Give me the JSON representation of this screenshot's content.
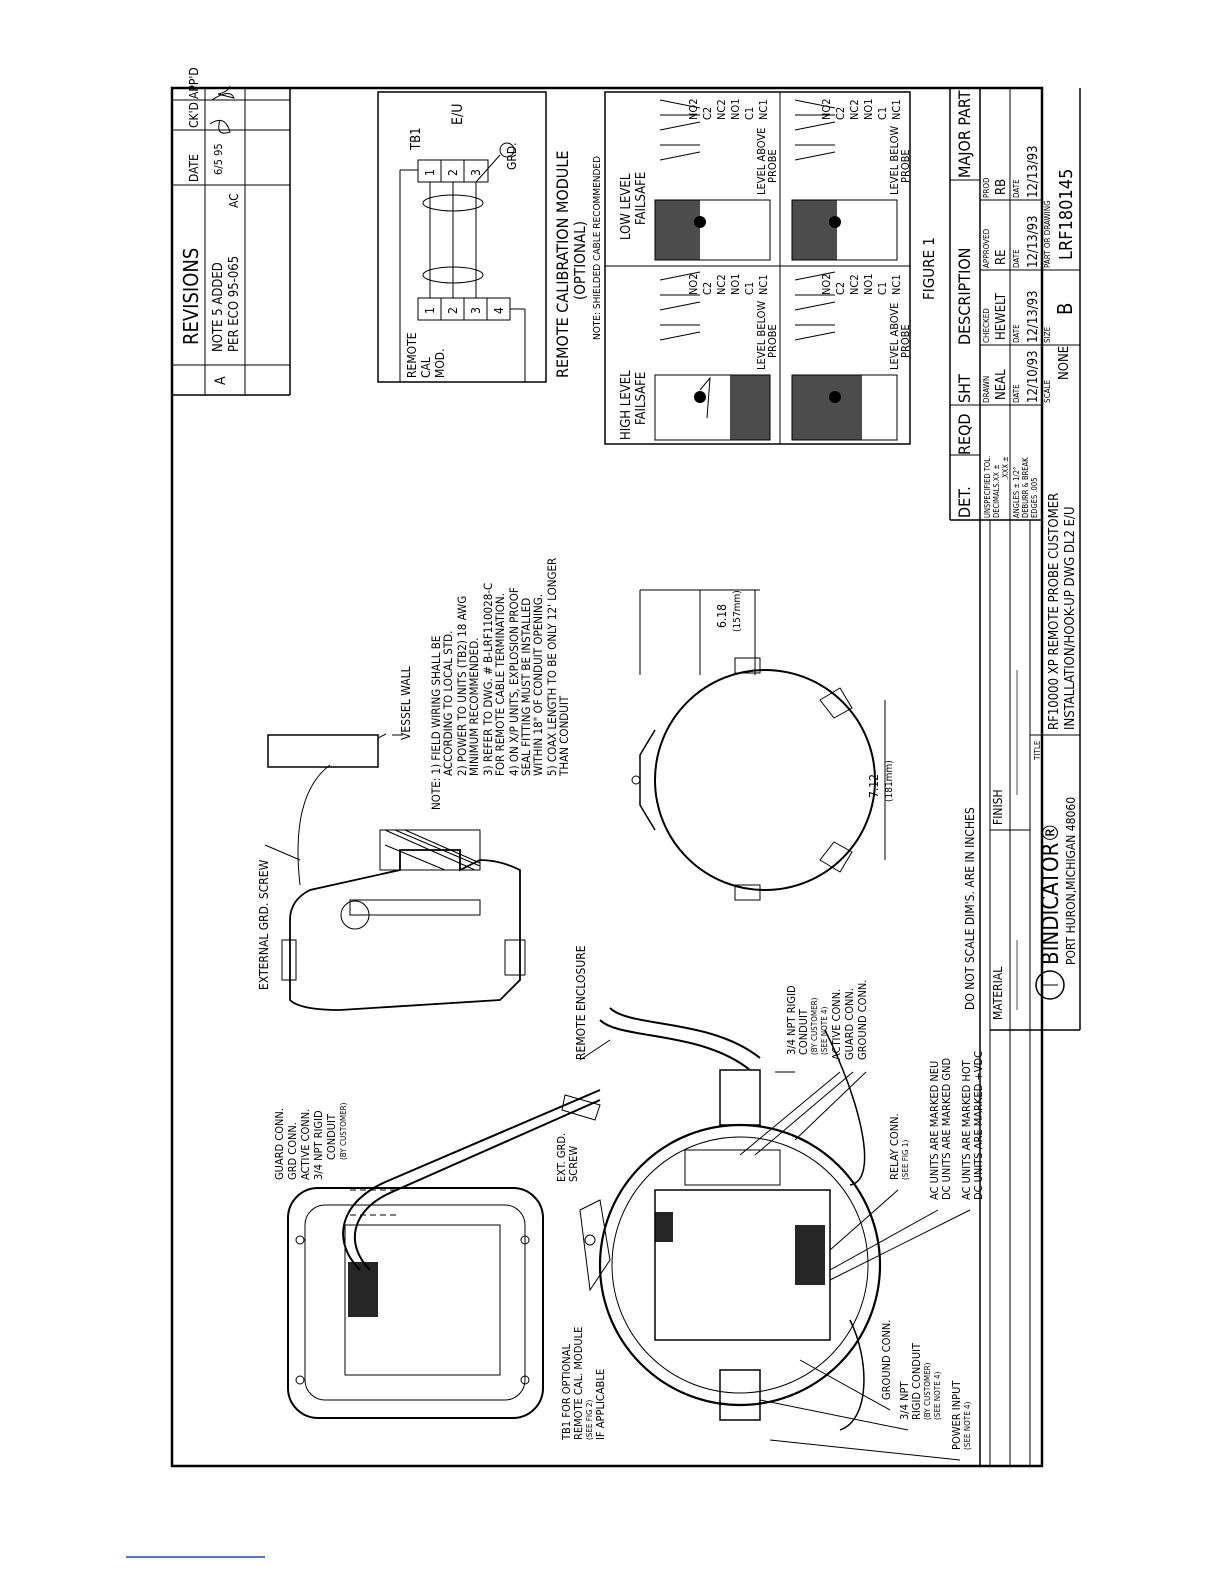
{
  "revisions": {
    "header": "REVISIONS",
    "col_date": "DATE",
    "col_ckd": "CK'D",
    "col_app": "APP'D",
    "rows": [
      {
        "rev": "A",
        "desc1": "NOTE 5 ADDED",
        "desc2": "PER ECO 95-065",
        "by": "AC",
        "date": "6/5 95"
      }
    ]
  },
  "notes": [
    "NOTE: 1) FIELD WIRING SHALL BE",
    "ACCORDING TO LOCAL STD.",
    "2) POWER TO UNITS (TB2) 18 AWG",
    "MINIMUM RECOMMENDED.",
    "3) REFER TO DWG. # B-LRF110028-C",
    "FOR REMOTE CABLE TERMINATION.",
    "4) ON X/P UNITS, EXPLOSION PROOF",
    "SEAL FITTING MUST BE INSTALLED",
    "WITHIN 18\" OF CONDUIT OPENING.",
    "5) COAX LENGTH TO BE ONLY 12' LONGER",
    "THAN CONDUIT"
  ],
  "labels": {
    "vessel_wall": "VESSEL WALL",
    "ext_grd_screw": "EXTERNAL GRD. SCREW",
    "remote_enclosure": "REMOTE ENCLOSURE",
    "npt_rigid": [
      "3/4 NPT RIGID",
      "CONDUIT",
      "(BY CUSTOMER)",
      "(SEE NOTE 4)"
    ],
    "active_conn": "ACTIVE CONN.",
    "guard_conn": "GUARD CONN.",
    "ground_conn": "GROUND CONN.",
    "relay_conn": [
      "RELAY CONN.",
      "(SEE FIG 1)"
    ],
    "ac_neu": "AC UNITS ARE MARKED NEU",
    "dc_gnd": "DC UNITS ARE MARKED GND",
    "ac_hot": "AC UNITS ARE MARKED HOT",
    "dc_vdc": "DC UNITS ARE MARKED +VDC",
    "ground_conn2": "GROUND CONN.",
    "npt_rigid2": [
      "3/4 NPT",
      "RIGID CONDUIT",
      "(BY CUSTOMER)",
      "(SEE NOTE 4)"
    ],
    "power_input": [
      "POWER INPUT",
      "(SEE NOTE 4)"
    ],
    "tb1_optional": [
      "TB1 FOR OPTIONAL",
      "REMOTE CAL. MODULE",
      "(SEE FIG 2)",
      "IF APPLICABLE"
    ],
    "ext_grd2": [
      "EXT. GRD.",
      "SCREW"
    ],
    "left_conns": [
      "GUARD CONN.",
      "GRD CONN.",
      "ACTIVE CONN.",
      "3/4 NPT RIGID",
      "CONDUIT",
      "(BY CUSTOMER)"
    ],
    "dim_618": "6.18",
    "dim_618mm": "(157mm)",
    "dim_712": "7.12",
    "dim_712mm": "(181mm)"
  },
  "calmodule": {
    "title": "REMOTE CALIBRATION MODULE",
    "optional": "(OPTIONAL)",
    "note": "NOTE: SHIELDED CABLE RECOMMENDED",
    "remote": [
      "REMOTE",
      "CAL",
      "MOD."
    ],
    "tb1": "TB1",
    "eu": "E/U",
    "grd": "GRD.",
    "terms_left": [
      "1",
      "2",
      "3",
      "4"
    ],
    "terms_right": [
      "1",
      "2",
      "3"
    ]
  },
  "figure1": {
    "caption": "FIGURE 1",
    "high": [
      "HIGH LEVEL",
      "FAILSAFE"
    ],
    "low": [
      "LOW LEVEL",
      "FAILSAFE"
    ],
    "contacts": [
      "NO2",
      "C2",
      "NC2",
      "NO1",
      "C1",
      "NC1"
    ],
    "below": [
      "LEVEL BELOW",
      "PROBE"
    ],
    "above": [
      "LEVEL ABOVE",
      "PROBE"
    ]
  },
  "titleblock": {
    "do_not_scale": "DO NOT SCALE DIM'S. ARE IN INCHES",
    "material": "MATERIAL",
    "finish": "FINISH",
    "det": "DET.",
    "reqd": "REQD",
    "sht": "SHT",
    "description": "DESCRIPTION",
    "major_part": "MAJOR PART",
    "tol": [
      "UNSPECIFIED TOL.",
      "DECIMALS.XX ±",
      ".XXX ±",
      "ANGLES ± 1/2°",
      "DEBURR & BREAK",
      "EDGES .005"
    ],
    "drawn_lbl": "DRAWN",
    "drawn": "NEAL",
    "checked_lbl": "CHECKED",
    "checked": "HEWELT",
    "approved_lbl": "APPROVED",
    "approved": "RE",
    "prod_lbl": "PROD",
    "prod": "RB",
    "date_lbl": "DATE",
    "date_drawn": "12/10/93",
    "date_checked": "12/13/93",
    "date_approved": "12/13/93",
    "date_prod": "12/13/93",
    "company": "BINDICATOR®",
    "address": "PORT HURON,MICHIGAN 48060",
    "title_lbl": "TITLE",
    "title1": "RF10000 XP REMOTE PROBE CUSTOMER",
    "title2": "INSTALLATION/HOOK-UP DWG DL2 E/U",
    "scale_lbl": "SCALE",
    "scale": "NONE",
    "size_lbl": "SIZE",
    "size": "B",
    "part_lbl": "PART OR DRAWING",
    "part": "LRF180145"
  }
}
